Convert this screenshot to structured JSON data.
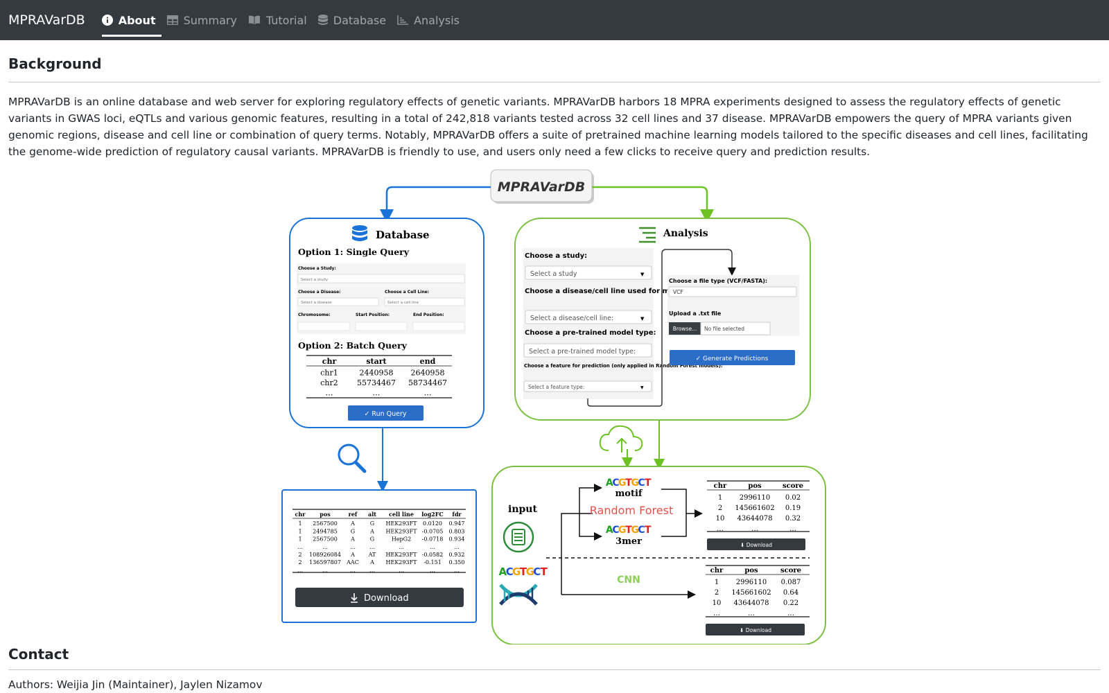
{
  "app": {
    "brand": "MPRAVarDB"
  },
  "nav": [
    {
      "label": "About",
      "icon": "info-circle-icon",
      "active": true
    },
    {
      "label": "Summary",
      "icon": "table-icon",
      "active": false
    },
    {
      "label": "Tutorial",
      "icon": "book-icon",
      "active": false
    },
    {
      "label": "Database",
      "icon": "database-icon",
      "active": false
    },
    {
      "label": "Analysis",
      "icon": "chart-icon",
      "active": false
    }
  ],
  "background": {
    "heading": "Background",
    "text": "MPRAVarDB is an online database and web server for exploring regulatory effects of genetic variants. MPRAVarDB harbors 18 MPRA experiments designed to assess the regulatory effects of genetic variants in GWAS loci, eQTLs and various genomic features, resulting in a total of 242,818 variants tested across 32 cell lines and 37 disease. MPRAVarDB empowers the query of MPRA variants given genomic regions, disease and cell line or combination of query terms. Notably, MPRAVarDB offers a suite of pretrained machine learning models tailored to the specific diseases and cell lines, facilitating the genome-wide prediction of regulatory causal variants. MPRAVarDB is friendly to use, and users only need a few clicks to receive query and prediction results."
  },
  "figure": {
    "root": "MPRAVarDB",
    "database": {
      "title": "Database",
      "option1": "Option 1: Single Query",
      "choose_study": "Choose a Study:",
      "select_study": "Select a study",
      "choose_disease": "Choose a Disease:",
      "select_disease": "Select a disease",
      "choose_cell": "Choose a Cell Line:",
      "select_cell": "Select a cell line",
      "chromosome": "Chromosome:",
      "start": "Start Position:",
      "end": "End Position:",
      "option2": "Option 2: Batch Query",
      "batch_headers": [
        "chr",
        "start",
        "end"
      ],
      "batch_rows": [
        [
          "chr1",
          "2440958",
          "2640958"
        ],
        [
          "chr2",
          "55734467",
          "58734467"
        ],
        [
          "…",
          "…",
          "…"
        ]
      ],
      "run_query": "✓ Run Query"
    },
    "analysis": {
      "title": "Analysis",
      "choose_study": "Choose a study:",
      "select_study": "Select a study",
      "choose_disease": "Choose a disease/cell line used for model training:",
      "select_disease": "Select a disease/cell line:",
      "choose_model": "Choose a pre-trained model type:",
      "select_model": "Select a pre-trained model type:",
      "choose_feature": "Choose a feature for prediction (only applied in Random Forest models):",
      "select_feature": "Select a feature type:",
      "choose_file": "Choose a file type (VCF/FASTA):",
      "file_value": "VCF",
      "upload": "Upload a .txt file",
      "browse": "Browse...",
      "no_file": "No file selected",
      "generate": "✓ Generate Predictions"
    },
    "results": {
      "headers": [
        "chr",
        "pos",
        "ref",
        "alt",
        "cell line",
        "log2FC",
        "fdr"
      ],
      "rows": [
        [
          "1",
          "2567500",
          "A",
          "G",
          "HEK293FT",
          "0.0120",
          "0.947"
        ],
        [
          "1",
          "2494785",
          "G",
          "A",
          "HEK293FT",
          "-0.0705",
          "0.803"
        ],
        [
          "1",
          "2567500",
          "A",
          "G",
          "HepG2",
          "-0.0718",
          "0.934"
        ],
        [
          "…",
          "…",
          "…",
          "…",
          "…",
          "…",
          "…"
        ],
        [
          "2",
          "108926084",
          "A",
          "AT",
          "HEK293FT",
          "-0.0582",
          "0.932"
        ],
        [
          "2",
          "136597807",
          "AAC",
          "A",
          "HEK293FT",
          "-0.151",
          "0.350"
        ],
        [
          "…",
          "…",
          "…",
          "…",
          "…",
          "…",
          "…"
        ]
      ],
      "download": "Download"
    },
    "predict": {
      "input": "input",
      "seq": "ACGTGCT",
      "motif": "motif",
      "rf": "Random Forest",
      "threemer": "3mer",
      "cnn": "CNN",
      "rf_headers": [
        "chr",
        "pos",
        "score"
      ],
      "rf_rows": [
        [
          "1",
          "2996110",
          "0.02"
        ],
        [
          "2",
          "145661602",
          "0.19"
        ],
        [
          "10",
          "43644078",
          "0.32"
        ],
        [
          "…",
          "…",
          "…"
        ]
      ],
      "cnn_rows": [
        [
          "1",
          "2996110",
          "0.087"
        ],
        [
          "2",
          "145661602",
          "0.64"
        ],
        [
          "10",
          "43644078",
          "0.22"
        ],
        [
          "…",
          "…",
          "…"
        ]
      ],
      "download": "Download"
    },
    "colors": {
      "blue": "#1a73d9",
      "green": "#7bc142",
      "dark": "#343a40",
      "button": "#2a6cc6"
    }
  },
  "contact": {
    "heading": "Contact",
    "authors": "Authors: Weijia Jin (Maintainer), Jaylen Nizamov"
  }
}
